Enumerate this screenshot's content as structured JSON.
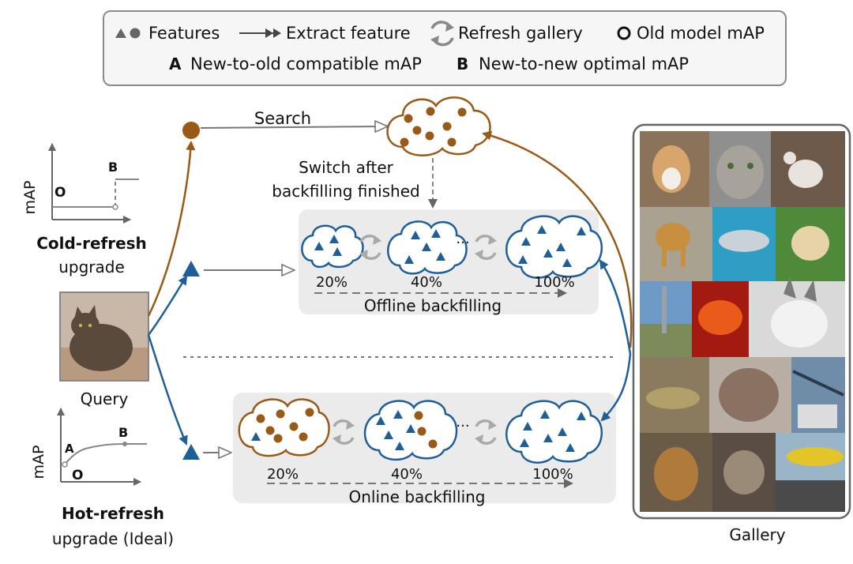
{
  "legend": {
    "features": "Features",
    "extract": "Extract feature",
    "refresh": "Refresh gallery",
    "old_map": "Old model mAP",
    "a_letter": "A",
    "a_text": "New-to-old compatible mAP",
    "b_letter": "B",
    "b_text": "New-to-new optimal mAP"
  },
  "cold": {
    "axis_label": "mAP",
    "marker_o": "O",
    "marker_b": "B",
    "title_bold": "Cold-refresh",
    "title_rest": "upgrade"
  },
  "hot": {
    "axis_label": "mAP",
    "marker_a": "A",
    "marker_b": "B",
    "marker_o": "O",
    "title_bold": "Hot-refresh",
    "title_rest": "upgrade (Ideal)"
  },
  "query_label": "Query",
  "search_label": "Search",
  "switch_line1": "Switch after",
  "switch_line2": "backfilling finished",
  "dots": "···",
  "offline": {
    "label": "Offline backfilling",
    "pct1": "20%",
    "pct2": "40%",
    "pct3": "100%"
  },
  "online": {
    "label": "Online backfilling",
    "pct1": "20%",
    "pct2": "40%",
    "pct3": "100%"
  },
  "gallery_label": "Gallery",
  "colors": {
    "brown": "#9a5a17",
    "blue": "#1f5f99",
    "gray_arrow": "#6d6d6d",
    "panel": "#ebebeb"
  }
}
